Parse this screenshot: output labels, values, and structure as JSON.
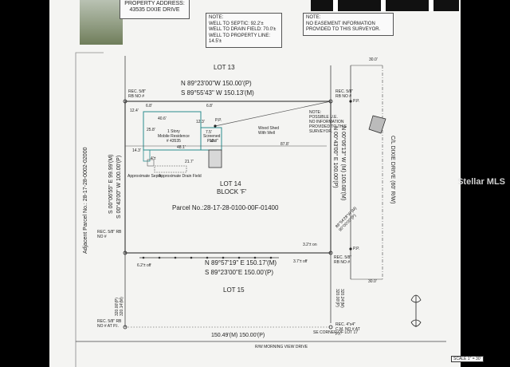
{
  "header": {
    "address_title": "PROPERTY ADDRESS:",
    "address_value": "43535 DIXIE DRIVE"
  },
  "notes": {
    "left": {
      "title": "NOTE:",
      "lines": [
        "WELL TO SEPTIC: 92.2'±",
        "WELL TO DRAIN FIELD: 70.0'±",
        "WELL TO PROPERTY LINE: 14.5'±"
      ]
    },
    "right": {
      "title": "NOTE:",
      "lines": [
        "NO EASEMENT INFORMATION",
        "PROVIDED TO THIS SURVEYOR."
      ]
    },
    "inner": {
      "title": "NOTE:",
      "lines": [
        "POSSIBLE U.E.",
        "NO INFORMATION",
        "PROVIDED TO THIS",
        "SURVEYOR."
      ]
    }
  },
  "lots": {
    "lot13": "LOT 13",
    "lot14": "LOT 14",
    "block": "BLOCK 'F'",
    "parcel": "Parcel No.:28-17-28-0100-00F-01400",
    "lot15": "LOT 15"
  },
  "bearings": {
    "north_p": "N 89°23'00\"W 150.00'(P)",
    "north_m": "S 89°55'43\" W 150.13'(M)",
    "south_m": "N 89°57'19\" E 150.17'(M)",
    "south_p": "S 89°23'00\"E 150.00'(P)",
    "west_m": "S 00°06'55\" E 99.99'(M)",
    "west_p": "S 00°43'00\" W 100.00'(P)",
    "east_p": "N 00°43'00\" E 100.00'(P)",
    "east_m": "N 00°06'13\" W (M) 100.08'(M)",
    "bottom": "150.49'(M) 150.00'(P)",
    "left_bottom": "320.00'(P) 320.14'(M)",
    "right_bottom": "320.24'(M) 320.00'(P)"
  },
  "structures": {
    "residence": [
      "1 Story",
      "Mobile Residence",
      "# 43535"
    ],
    "patio": [
      "Screened",
      "Patio"
    ],
    "shed": [
      "Wood Shed",
      "With Well"
    ],
    "septic": "Approximate Septic",
    "drain": "Approximate Drain Field"
  },
  "dimensions": {
    "d406": "40.6'",
    "d258": "25.8'",
    "d481": "48.1'",
    "d124": "12.4'",
    "d143": "14.3'",
    "d878": "87.8'",
    "d217": "21.7'",
    "d123": "12.3'",
    "d75": "7.5'",
    "d137": "13.7'",
    "d68a": "6.8'",
    "d68b": "6.8'",
    "d4": "4'±",
    "d32": "3.2'± on",
    "d37": "3.7'± off",
    "d62": "6.2'± off"
  },
  "side": {
    "adjacent": "Adjacent Parcel No.: 28-17-28-0002-02000",
    "road": "C/L DIXIE DRIVE (60' R/W)",
    "road_w30a": "30.0'",
    "road_w30b": "30.0'",
    "rw_morning": "R/W MORNING VIEW DRIVE",
    "se_corner": "SE CORNER OF LOT 17",
    "pp1": "P.P.",
    "pp2": "P.P.",
    "pp3": "P.P.",
    "rec1": "REC. 5/8\" RB NO #",
    "rec2": "REC. 5/8\" RB NO #",
    "rec3": "REC. 5/8\" RB NO #",
    "rec4": "REC. 5/8\" RB NO #",
    "rec5": "REC. 5/8\" RB NO # AT P.I.",
    "rec6": "REC. 4\"x4\" C.M. NO # AT P.I.",
    "ref_pt": "89°54'28\"W (M) 90°00'00\"(P)"
  },
  "scale": "SCALE 1\" = 30'",
  "watermark": "Stellar MLS"
}
